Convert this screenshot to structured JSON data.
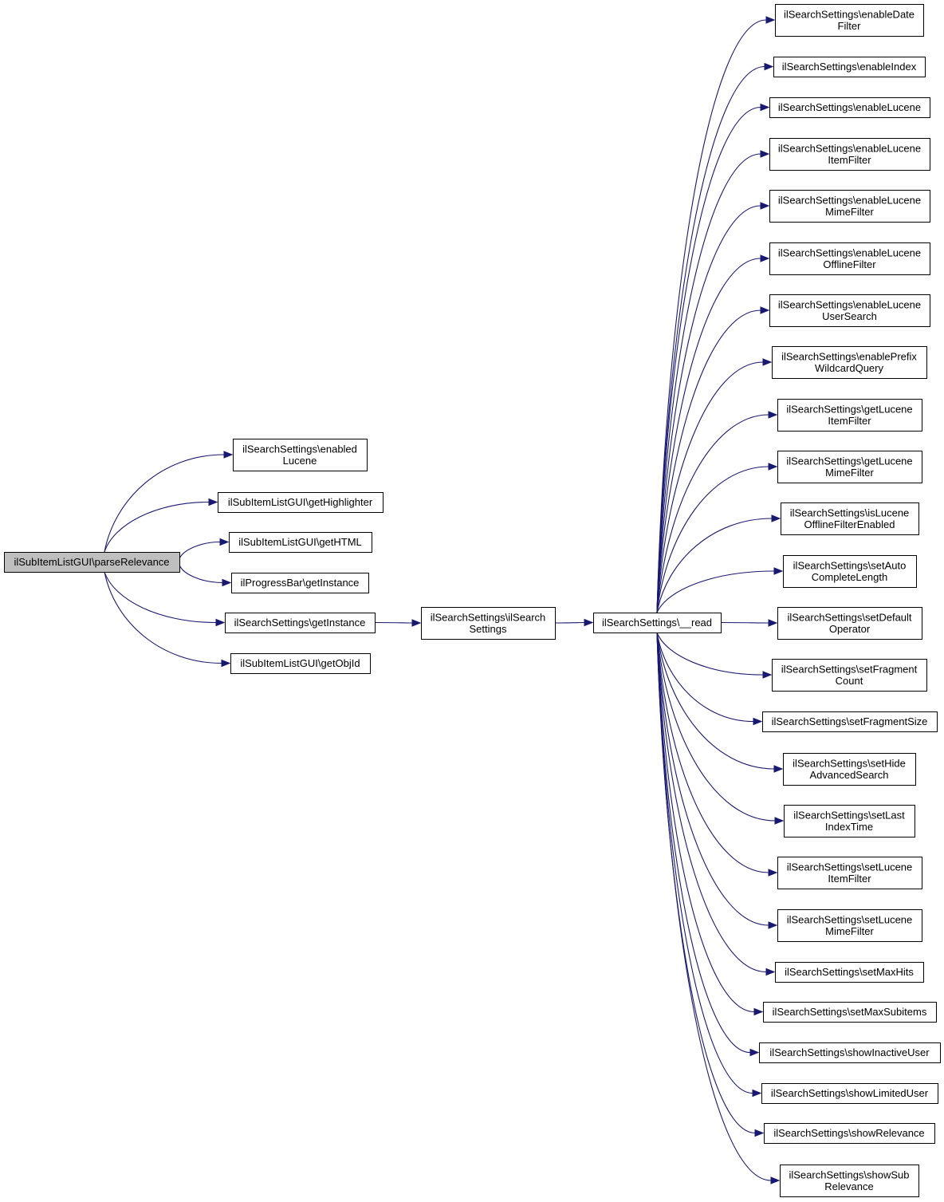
{
  "colors": {
    "edge": "#191970",
    "node_fill": "#ffffff",
    "root_fill": "#bfbfbf",
    "border": "#000000"
  },
  "nodes": [
    {
      "id": "parseRelevance",
      "lines": [
        "ilSubItemListGUI\\parseRelevance"
      ],
      "root": true
    },
    {
      "id": "enabledLucene",
      "lines": [
        "ilSearchSettings\\enabled",
        "Lucene"
      ]
    },
    {
      "id": "getHighlighter",
      "lines": [
        "ilSubItemListGUI\\getHighlighter"
      ]
    },
    {
      "id": "getHTML",
      "lines": [
        "ilSubItemListGUI\\getHTML"
      ]
    },
    {
      "id": "pbGetInstance",
      "lines": [
        "ilProgressBar\\getInstance"
      ]
    },
    {
      "id": "ssGetInstance",
      "lines": [
        "ilSearchSettings\\getInstance"
      ]
    },
    {
      "id": "getObjId",
      "lines": [
        "ilSubItemListGUI\\getObjId"
      ]
    },
    {
      "id": "ctor",
      "lines": [
        "ilSearchSettings\\ilSearch",
        "Settings"
      ]
    },
    {
      "id": "read",
      "lines": [
        "ilSearchSettings\\__read"
      ]
    },
    {
      "id": "t01",
      "lines": [
        "ilSearchSettings\\enableDate",
        "Filter"
      ]
    },
    {
      "id": "t02",
      "lines": [
        "ilSearchSettings\\enableIndex"
      ]
    },
    {
      "id": "t03",
      "lines": [
        "ilSearchSettings\\enableLucene"
      ]
    },
    {
      "id": "t04",
      "lines": [
        "ilSearchSettings\\enableLucene",
        "ItemFilter"
      ]
    },
    {
      "id": "t05",
      "lines": [
        "ilSearchSettings\\enableLucene",
        "MimeFilter"
      ]
    },
    {
      "id": "t06",
      "lines": [
        "ilSearchSettings\\enableLucene",
        "OfflineFilter"
      ]
    },
    {
      "id": "t07",
      "lines": [
        "ilSearchSettings\\enableLucene",
        "UserSearch"
      ]
    },
    {
      "id": "t08",
      "lines": [
        "ilSearchSettings\\enablePrefix",
        "WildcardQuery"
      ]
    },
    {
      "id": "t09",
      "lines": [
        "ilSearchSettings\\getLucene",
        "ItemFilter"
      ]
    },
    {
      "id": "t10",
      "lines": [
        "ilSearchSettings\\getLucene",
        "MimeFilter"
      ]
    },
    {
      "id": "t11",
      "lines": [
        "ilSearchSettings\\isLucene",
        "OfflineFilterEnabled"
      ]
    },
    {
      "id": "t12",
      "lines": [
        "ilSearchSettings\\setAuto",
        "CompleteLength"
      ]
    },
    {
      "id": "t13",
      "lines": [
        "ilSearchSettings\\setDefault",
        "Operator"
      ]
    },
    {
      "id": "t14",
      "lines": [
        "ilSearchSettings\\setFragment",
        "Count"
      ]
    },
    {
      "id": "t15",
      "lines": [
        "ilSearchSettings\\setFragmentSize"
      ]
    },
    {
      "id": "t16",
      "lines": [
        "ilSearchSettings\\setHide",
        "AdvancedSearch"
      ]
    },
    {
      "id": "t17",
      "lines": [
        "ilSearchSettings\\setLast",
        "IndexTime"
      ]
    },
    {
      "id": "t18",
      "lines": [
        "ilSearchSettings\\setLucene",
        "ItemFilter"
      ]
    },
    {
      "id": "t19",
      "lines": [
        "ilSearchSettings\\setLucene",
        "MimeFilter"
      ]
    },
    {
      "id": "t20",
      "lines": [
        "ilSearchSettings\\setMaxHits"
      ]
    },
    {
      "id": "t21",
      "lines": [
        "ilSearchSettings\\setMaxSubitems"
      ]
    },
    {
      "id": "t22",
      "lines": [
        "ilSearchSettings\\showInactiveUser"
      ]
    },
    {
      "id": "t23",
      "lines": [
        "ilSearchSettings\\showLimitedUser"
      ]
    },
    {
      "id": "t24",
      "lines": [
        "ilSearchSettings\\showRelevance"
      ]
    },
    {
      "id": "t25",
      "lines": [
        "ilSearchSettings\\showSub",
        "Relevance"
      ]
    }
  ],
  "edges": [
    [
      "parseRelevance",
      "enabledLucene"
    ],
    [
      "parseRelevance",
      "getHighlighter"
    ],
    [
      "parseRelevance",
      "getHTML"
    ],
    [
      "parseRelevance",
      "pbGetInstance"
    ],
    [
      "parseRelevance",
      "ssGetInstance"
    ],
    [
      "parseRelevance",
      "getObjId"
    ],
    [
      "ssGetInstance",
      "ctor"
    ],
    [
      "ctor",
      "read"
    ],
    [
      "read",
      "t01"
    ],
    [
      "read",
      "t02"
    ],
    [
      "read",
      "t03"
    ],
    [
      "read",
      "t04"
    ],
    [
      "read",
      "t05"
    ],
    [
      "read",
      "t06"
    ],
    [
      "read",
      "t07"
    ],
    [
      "read",
      "t08"
    ],
    [
      "read",
      "t09"
    ],
    [
      "read",
      "t10"
    ],
    [
      "read",
      "t11"
    ],
    [
      "read",
      "t12"
    ],
    [
      "read",
      "t13"
    ],
    [
      "read",
      "t14"
    ],
    [
      "read",
      "t15"
    ],
    [
      "read",
      "t16"
    ],
    [
      "read",
      "t17"
    ],
    [
      "read",
      "t18"
    ],
    [
      "read",
      "t19"
    ],
    [
      "read",
      "t20"
    ],
    [
      "read",
      "t21"
    ],
    [
      "read",
      "t22"
    ],
    [
      "read",
      "t23"
    ],
    [
      "read",
      "t24"
    ],
    [
      "read",
      "t25"
    ]
  ]
}
